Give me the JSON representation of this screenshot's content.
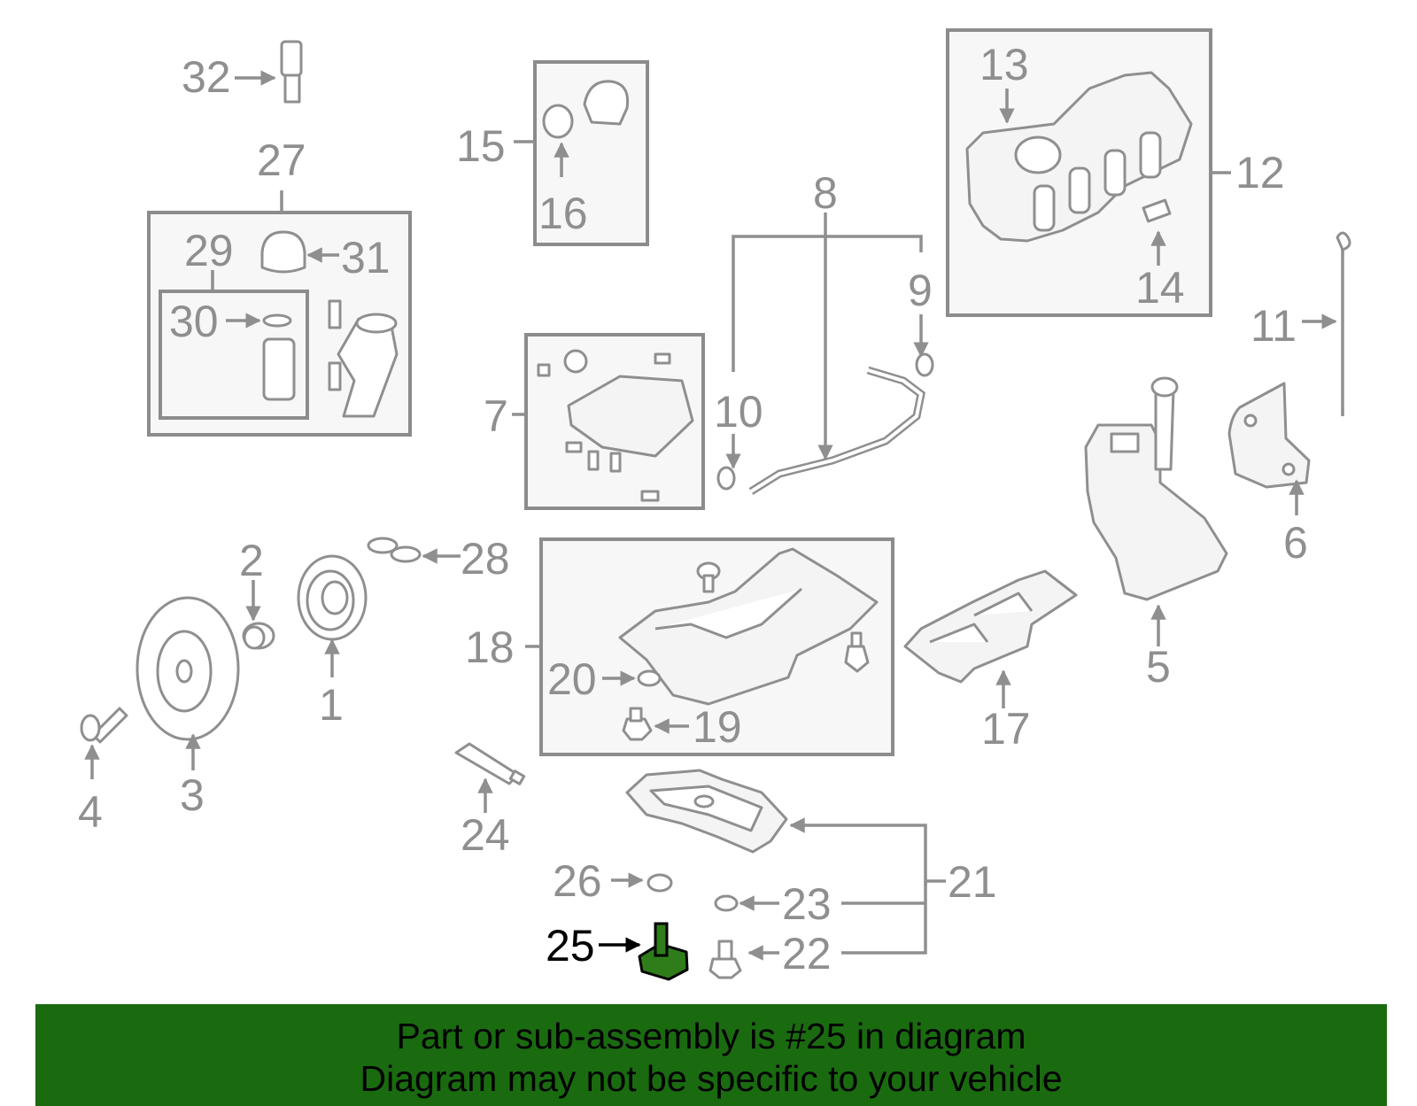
{
  "callouts": {
    "c1": "1",
    "c2": "2",
    "c3": "3",
    "c4": "4",
    "c5": "5",
    "c6": "6",
    "c7": "7",
    "c8": "8",
    "c9": "9",
    "c10": "10",
    "c11": "11",
    "c12": "12",
    "c13": "13",
    "c14": "14",
    "c15": "15",
    "c16": "16",
    "c17": "17",
    "c18": "18",
    "c19": "19",
    "c20": "20",
    "c21": "21",
    "c22": "22",
    "c23": "23",
    "c24": "24",
    "c25": "25",
    "c26": "26",
    "c27": "27",
    "c28": "28",
    "c29": "29",
    "c30": "30",
    "c31": "31",
    "c32": "32"
  },
  "highlighted_part": "25",
  "colors": {
    "highlight_fill": "#2e7d1a",
    "banner_background": "#1a6b10",
    "line_gray": "#8f8f8f"
  },
  "banner": {
    "line1": "Part or sub-assembly is #25 in diagram",
    "line2": "Diagram may not be specific to your vehicle"
  }
}
